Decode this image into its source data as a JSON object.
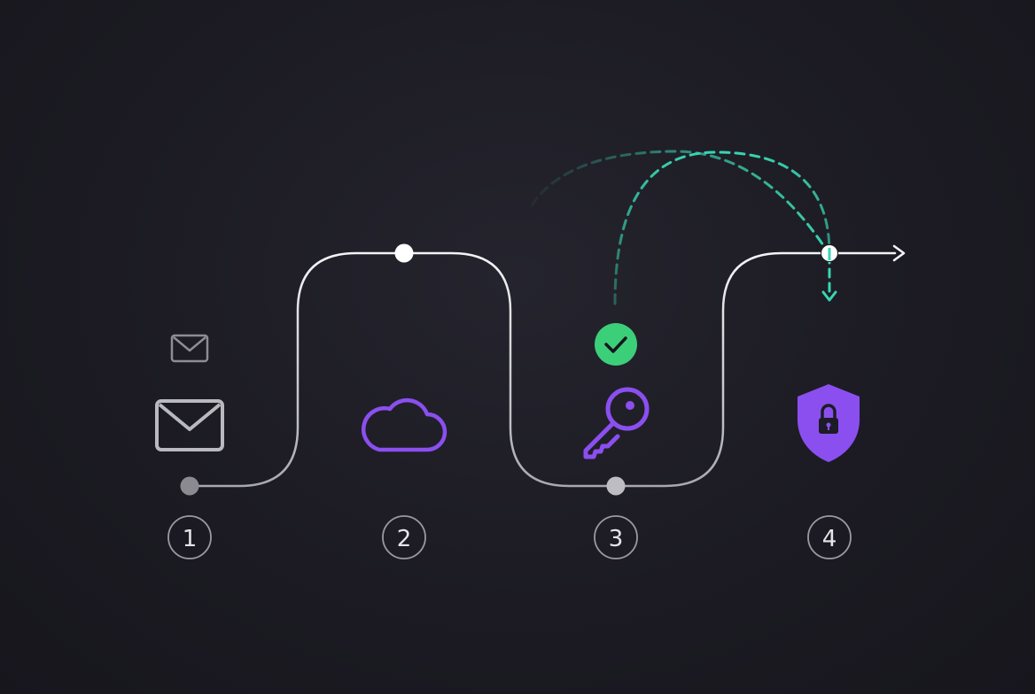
{
  "diagram": {
    "colors": {
      "background": "#1c1b23",
      "path": "#f2f2f4",
      "accent_purple": "#8b4ff0",
      "accent_teal": "#38d6b2",
      "check_green": "#3ccf7a",
      "envelope_gray": "#b9b9bf"
    },
    "steps": [
      {
        "number": "1",
        "icon": "envelope-icon"
      },
      {
        "number": "2",
        "icon": "cloud-icon"
      },
      {
        "number": "3",
        "icon": "key-icon"
      },
      {
        "number": "4",
        "icon": "shield-lock-icon"
      }
    ],
    "badges": [
      {
        "icon": "small-envelope-icon",
        "step": "1"
      },
      {
        "icon": "check-circle-icon",
        "step": "3"
      }
    ],
    "connectors": [
      {
        "type": "dashed-arc",
        "from_step": "3",
        "to_step": "4",
        "icon": "dashed-arrow"
      },
      {
        "type": "arrow",
        "direction": "right",
        "icon": "arrow-right-icon"
      }
    ]
  }
}
